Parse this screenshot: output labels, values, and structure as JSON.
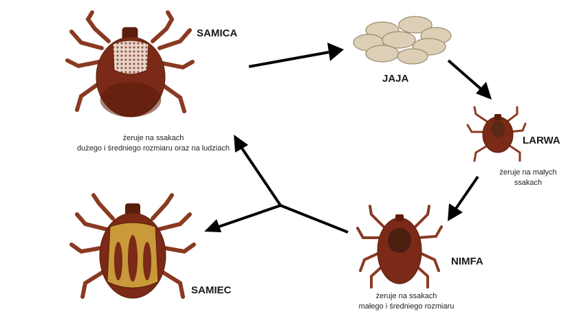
{
  "stages": {
    "samica": {
      "label": "SAMICA",
      "desc": [
        "żeruje na ssakach",
        "dużego i średniego rozmiaru oraz na ludziach"
      ]
    },
    "jaja": {
      "label": "JAJA"
    },
    "larwa": {
      "label": "LARWA",
      "desc": [
        "żeruje na małych",
        "ssakach"
      ]
    },
    "nimfa": {
      "label": "NIMFA",
      "desc": [
        "żeruje na ssakach",
        "małego i średniego rozmiaru"
      ]
    },
    "samiec": {
      "label": "SAMIEC"
    }
  },
  "colors": {
    "tick_body": "#7a2a16",
    "tick_dark": "#3a1208",
    "tick_legs": "#8a3a22",
    "female_scutum": "#e8d8cc",
    "male_pattern": "#c89a3a",
    "egg_fill": "#dccfb6",
    "arrow": "#000000"
  }
}
